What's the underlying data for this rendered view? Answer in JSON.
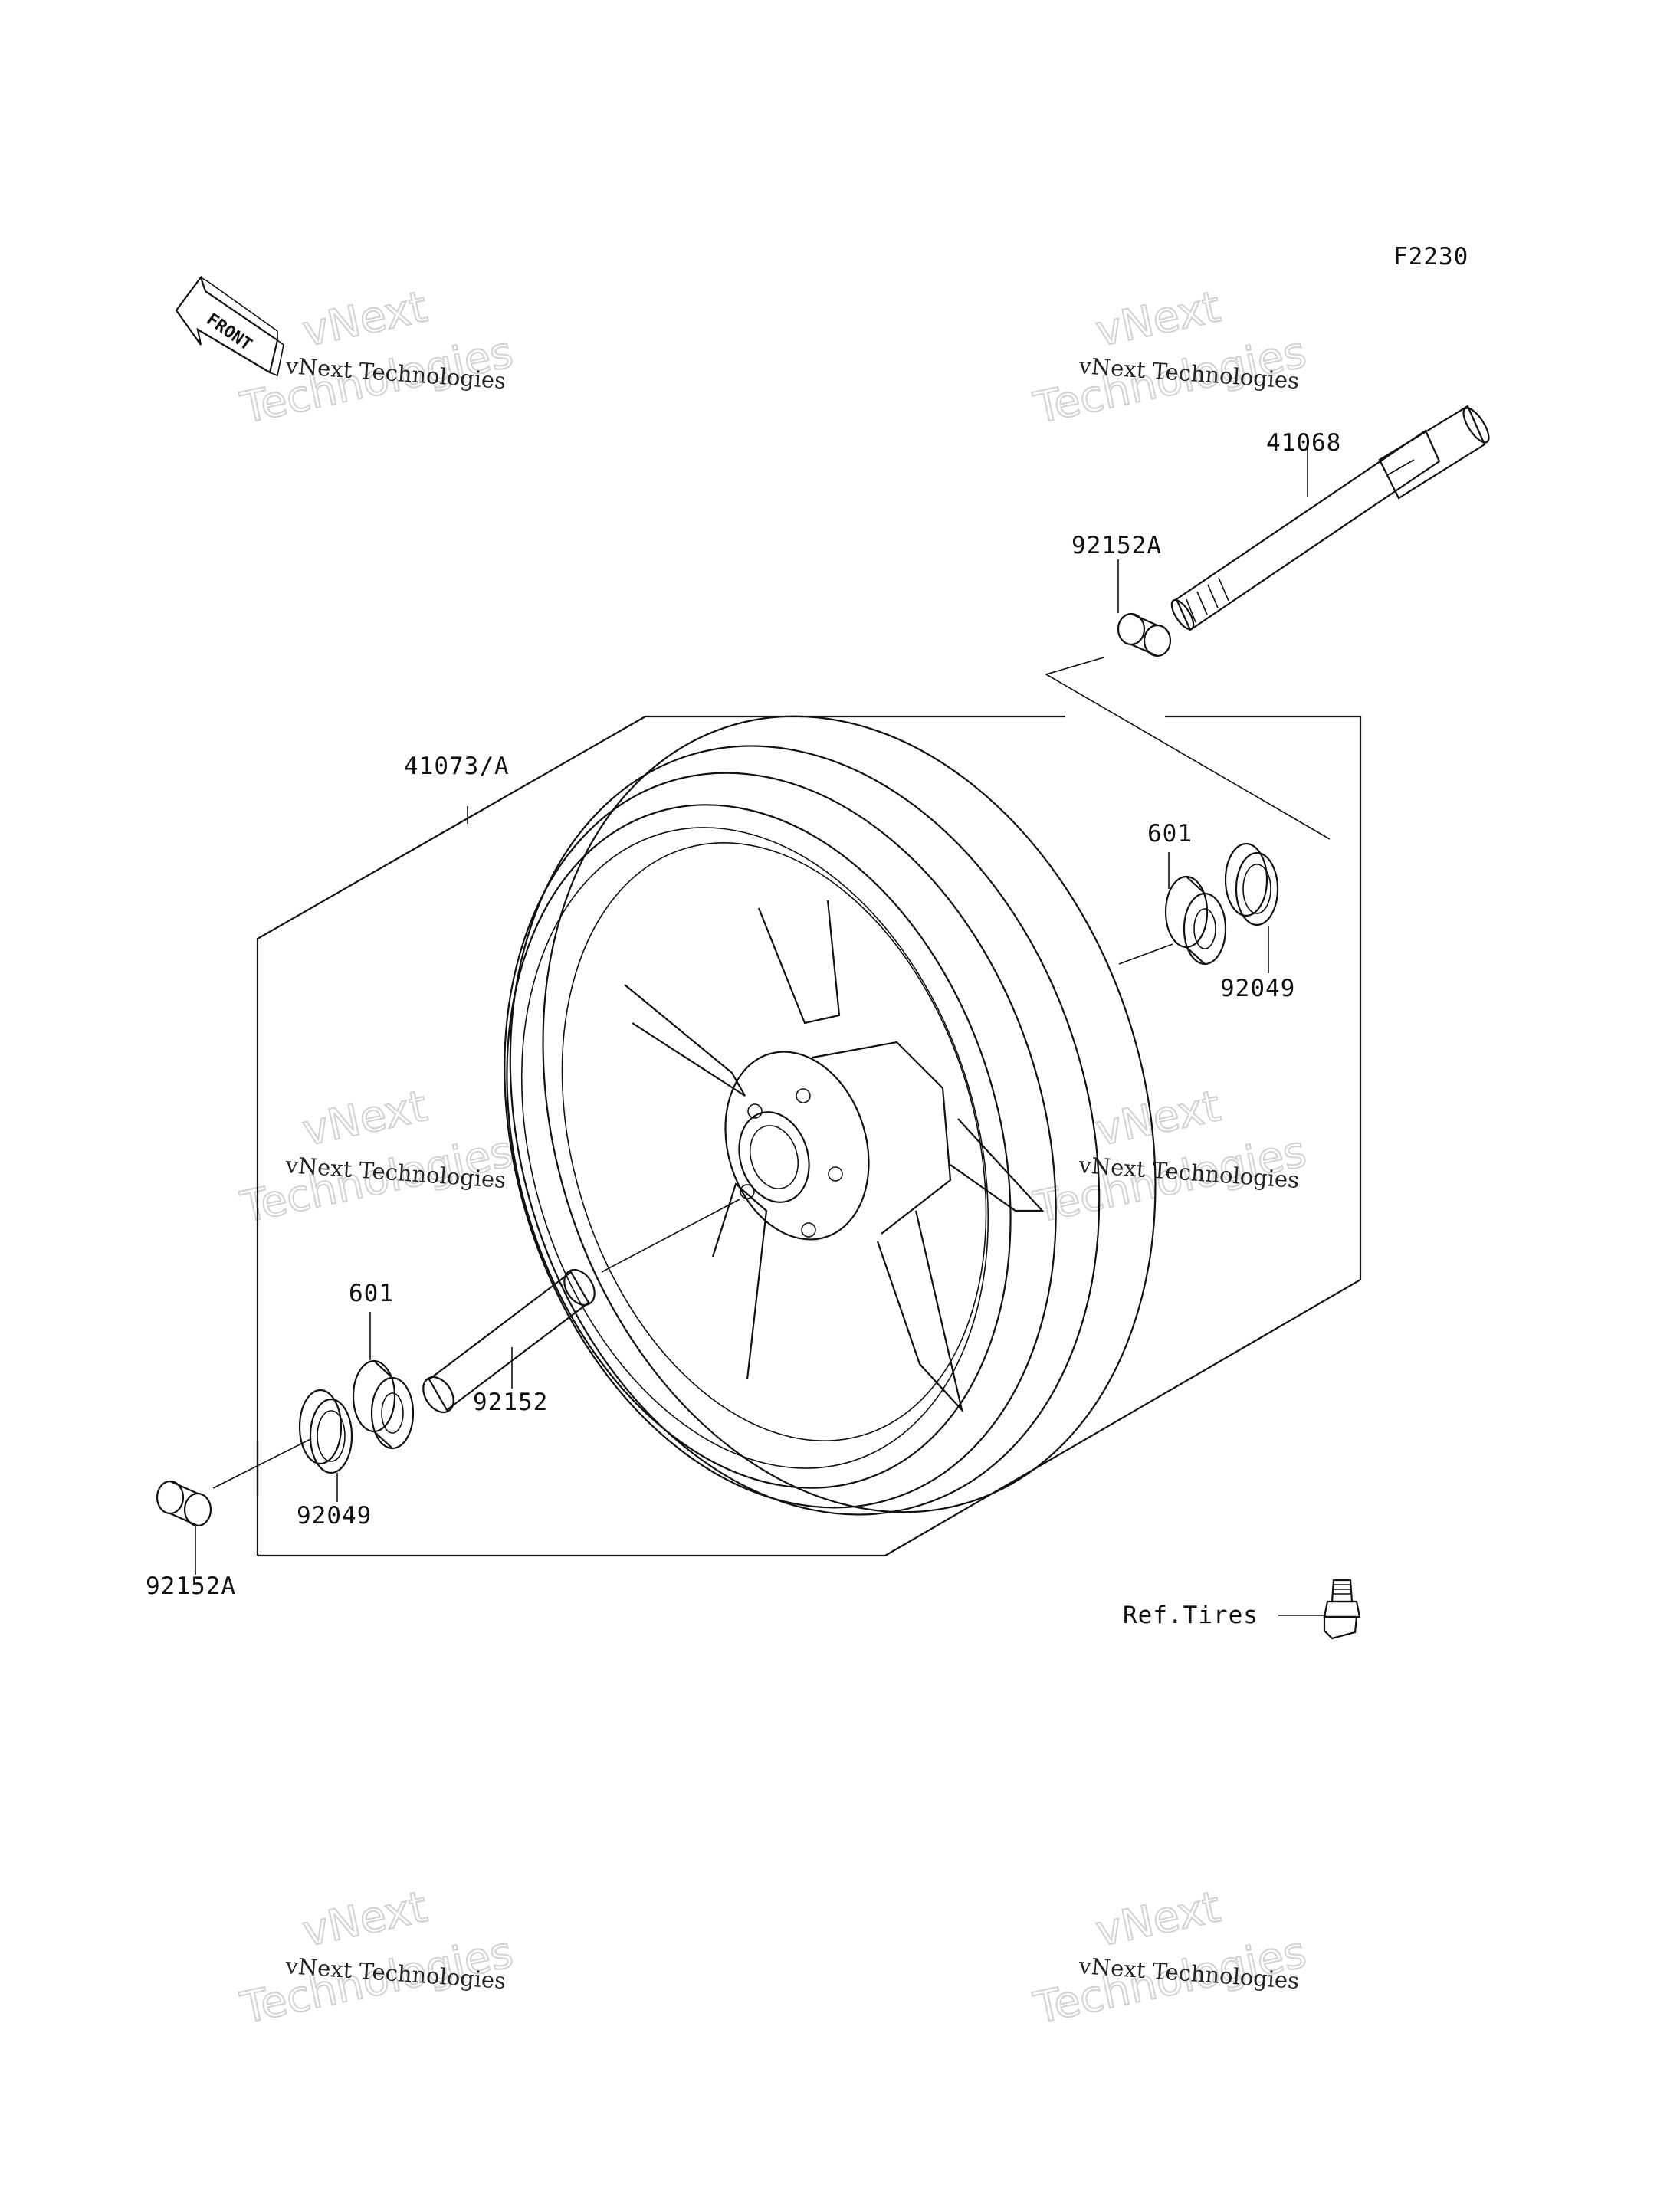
{
  "diagram_code": "F2230",
  "front_label": "FRONT",
  "parts": {
    "axle": "41068",
    "collar_top": "92152A",
    "wheel": "41073/A",
    "bearing_right": "601",
    "seal_right": "92049",
    "bearing_left": "601",
    "spacer": "92152",
    "seal_left": "92049",
    "collar_bottom": "92152A",
    "ref_tires": "Ref.Tires"
  },
  "watermark": {
    "small": "vNext Technologies",
    "big_line1": "vNext",
    "big_line2": "Technologies"
  }
}
